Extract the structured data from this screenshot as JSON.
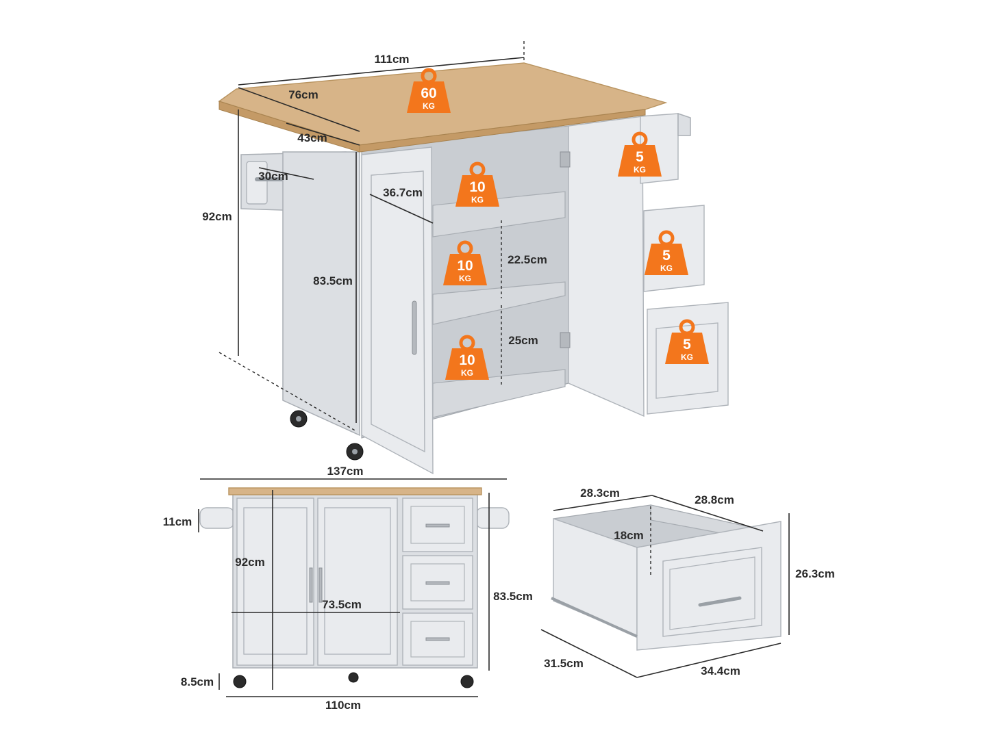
{
  "colors": {
    "weight_badge": "#f3761c",
    "cabinet": "#dcdfe3",
    "wood_top": "#d7b488",
    "dimension_line": "#2a2a2a"
  },
  "top_view": {
    "dims": {
      "top_width": "111cm",
      "top_depth": "76cm",
      "side_depth": "43cm",
      "towel_bar": "30cm",
      "total_height": "92cm",
      "cabinet_height": "83.5cm",
      "shelf_depth": "36.7cm",
      "shelf_gap_upper": "22.5cm",
      "shelf_gap_lower": "25cm"
    },
    "weights": {
      "top": {
        "value": "60",
        "unit": "KG"
      },
      "shelf_1": {
        "value": "10",
        "unit": "KG"
      },
      "shelf_2": {
        "value": "10",
        "unit": "KG"
      },
      "shelf_3": {
        "value": "10",
        "unit": "KG"
      },
      "drawer_1": {
        "value": "5",
        "unit": "KG"
      },
      "drawer_2": {
        "value": "5",
        "unit": "KG"
      },
      "drawer_3": {
        "value": "5",
        "unit": "KG"
      }
    }
  },
  "front_view": {
    "dims": {
      "overall_width": "137cm",
      "towel_bar_height": "11cm",
      "total_height": "92cm",
      "cabinet_height": "83.5cm",
      "door_width": "73.5cm",
      "wheel_height": "8.5cm",
      "body_width": "110cm"
    }
  },
  "drawer_view": {
    "dims": {
      "inner_width": "28.3cm",
      "inner_depth": "28.8cm",
      "inner_height": "18cm",
      "outer_height": "26.3cm",
      "outer_depth": "31.5cm",
      "outer_width": "34.4cm"
    }
  }
}
